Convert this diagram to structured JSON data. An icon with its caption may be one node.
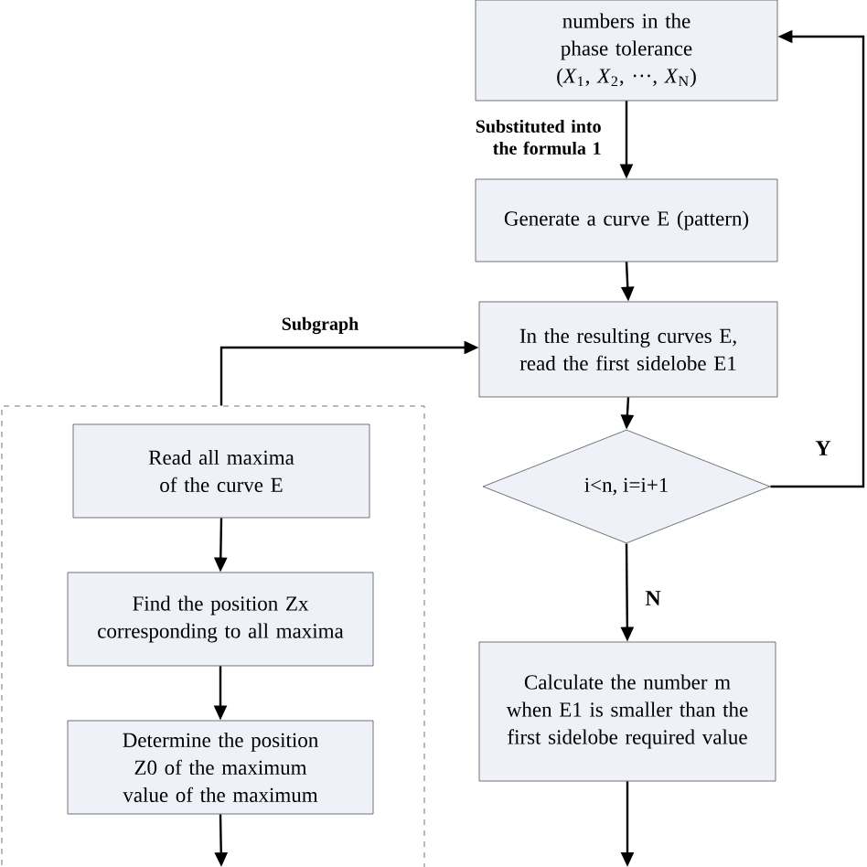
{
  "diagram": {
    "nodes": [
      {
        "text": [
          "numbers in the phase tolerance",
          "(*X*$_{1}$, *X*$_{2}$, ···, *X*$_{N}$)"
        ]
      },
      {
        "text": [
          "Generate a curve E (pattern)"
        ]
      },
      {
        "text": [
          "In the resulting curves E, read the first sidelobe E1"
        ]
      },
      {
        "text": [
          "i<n, i=i+1"
        ]
      },
      {
        "text": [
          "Calculate the number m when E1 is smaller than the first sidelobe required value"
        ]
      },
      {
        "text": [],
        "shape": "box"
      },
      {
        "text": [
          "Read all maxima of the curve E"
        ],
        "in": 5
      },
      {
        "text": [
          "Find the position Zx corresponding to all maxima"
        ],
        "in": 5
      },
      {
        "text": [
          "Determine the position Z0 of the maximum value of the maximum"
        ],
        "in": 5
      }
    ],
    "edges": [
      {
        "from": 0,
        "to": 1,
        "arrow": "to",
        "label": "Substituted into the formula 1"
      },
      {
        "from": 1,
        "to": 2,
        "arrow": "to"
      },
      {
        "from": 2,
        "to": 3,
        "arrow": "to"
      },
      {
        "from": 3,
        "to": 0,
        "arrow": "to",
        "label": "Y"
      },
      {
        "from": 3,
        "to": 4,
        "arrow": "to",
        "label": "N"
      },
      {
        "from": 5,
        "to": 2,
        "arrow": "to",
        "label": "Subgraph"
      },
      {
        "from": 6,
        "to": 7,
        "arrow": "to"
      },
      {
        "from": 7,
        "to": 8,
        "arrow": "to"
      },
      {
        "from": 8,
        "to": null,
        "arrow": "to"
      },
      {
        "from": 4,
        "to": null,
        "arrow": "to"
      }
    ]
  }
}
